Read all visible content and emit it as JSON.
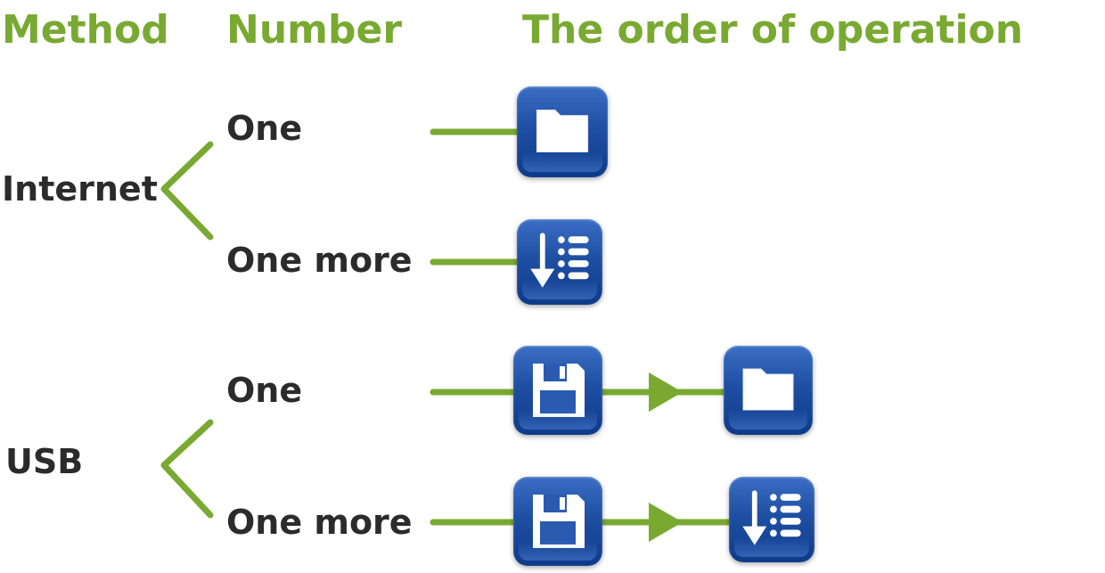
{
  "headers": {
    "method": "Method",
    "number": "Number",
    "order": "The order of operation"
  },
  "methods": [
    {
      "name": "Internet",
      "rows": [
        {
          "number": "One",
          "steps": [
            "folder-icon"
          ]
        },
        {
          "number": "One more",
          "steps": [
            "download-list-icon"
          ]
        }
      ]
    },
    {
      "name": "USB",
      "rows": [
        {
          "number": "One",
          "steps": [
            "save-icon",
            "folder-icon"
          ]
        },
        {
          "number": "One more",
          "steps": [
            "save-icon",
            "download-list-icon"
          ]
        }
      ]
    }
  ],
  "colors": {
    "accent": "#7aa932",
    "text": "#2b2b2b",
    "tile": "#1f4fa3"
  }
}
